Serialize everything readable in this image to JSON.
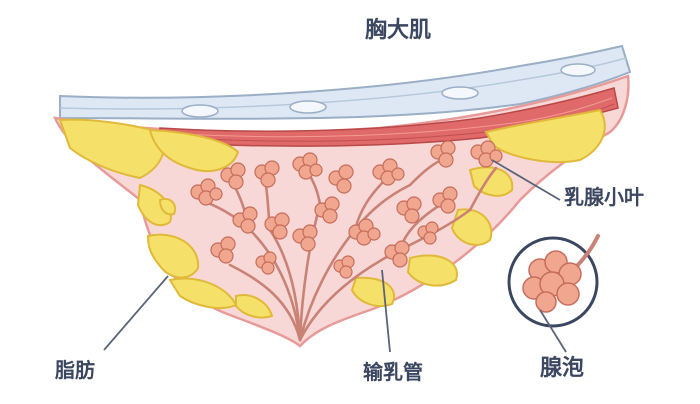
{
  "labels": {
    "pectoralis": "胸大肌",
    "lobule": "乳腺小叶",
    "fat": "脂肪",
    "duct": "输乳管",
    "alveolus": "腺泡"
  },
  "colors": {
    "rib_blue": "#dde8f4",
    "rib_outline": "#9aaec6",
    "muscle_red": "#e06a6a",
    "tissue_pink": "#f8d8d6",
    "outline_pink": "#e89a98",
    "fat_yellow": "#f5e06a",
    "lobule_salmon": "#f1a690",
    "duct_brown": "#c98276",
    "label_text": "#3b4660",
    "leader_line": "#5b6478"
  },
  "icons": [
    "alveolus-magnifier-icon"
  ]
}
